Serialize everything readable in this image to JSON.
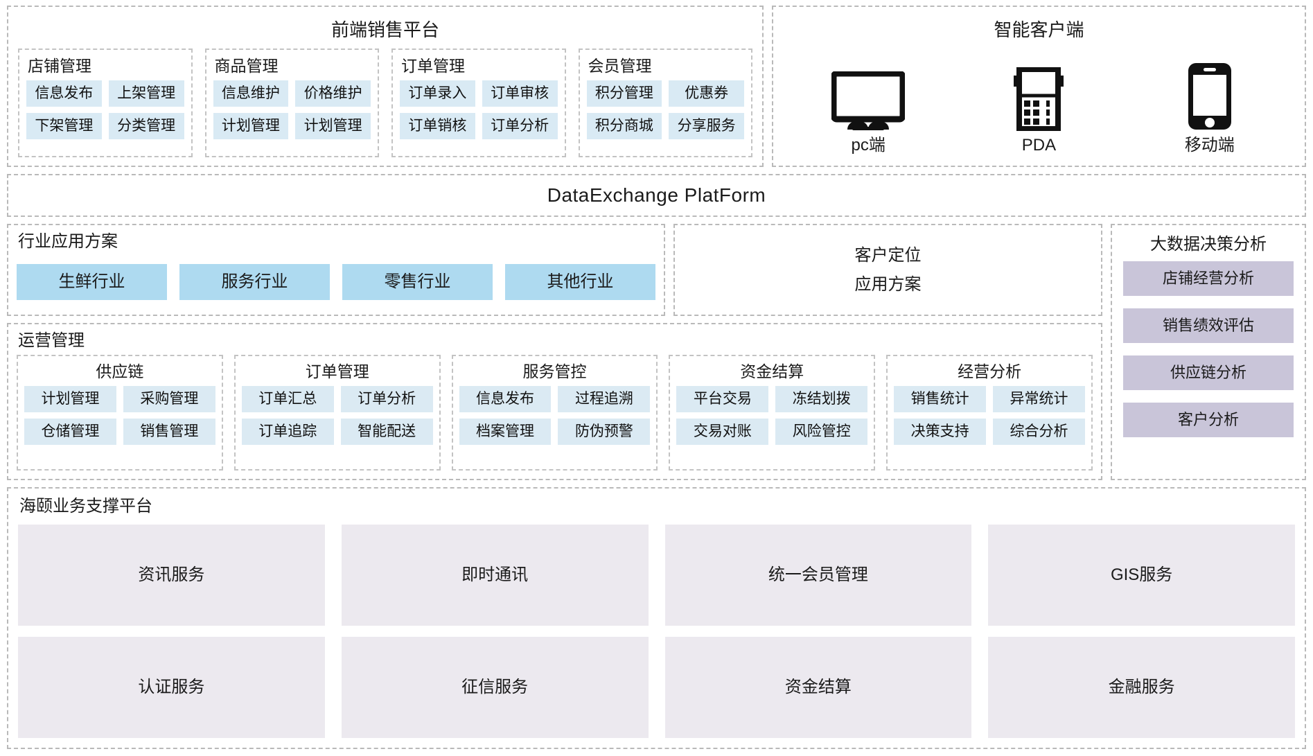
{
  "frontend": {
    "title": "前端销售平台",
    "groups": [
      {
        "label": "店铺管理",
        "tiles": [
          "信息发布",
          "上架管理",
          "下架管理",
          "分类管理"
        ]
      },
      {
        "label": "商品管理",
        "tiles": [
          "信息维护",
          "价格维护",
          "计划管理",
          "计划管理"
        ]
      },
      {
        "label": "订单管理",
        "tiles": [
          "订单录入",
          "订单审核",
          "订单销核",
          "订单分析"
        ]
      },
      {
        "label": "会员管理",
        "tiles": [
          "积分管理",
          "优惠券",
          "积分商城",
          "分享服务"
        ]
      }
    ]
  },
  "clients": {
    "title": "智能客户端",
    "items": [
      {
        "icon": "desktop-monitor-icon",
        "label": "pc端"
      },
      {
        "icon": "pda-device-icon",
        "label": "PDA"
      },
      {
        "icon": "mobile-phone-icon",
        "label": "移动端"
      }
    ]
  },
  "exchange": {
    "title": "DataExchange  PlatForm"
  },
  "industry": {
    "title": "行业应用方案",
    "tiles": [
      "生鲜行业",
      "服务行业",
      "零售行业",
      "其他行业"
    ]
  },
  "customer_positioning": {
    "line1": "客户定位",
    "line2": "应用方案"
  },
  "operations": {
    "title": "运营管理",
    "groups": [
      {
        "label": "供应链",
        "tiles": [
          "计划管理",
          "采购管理",
          "仓储管理",
          "销售管理"
        ]
      },
      {
        "label": "订单管理",
        "tiles": [
          "订单汇总",
          "订单分析",
          "订单追踪",
          "智能配送"
        ]
      },
      {
        "label": "服务管控",
        "tiles": [
          "信息发布",
          "过程追溯",
          "档案管理",
          "防伪预警"
        ]
      },
      {
        "label": "资金结算",
        "tiles": [
          "平台交易",
          "冻结划拨",
          "交易对账",
          "风险管控"
        ]
      },
      {
        "label": "经营分析",
        "tiles": [
          "销售统计",
          "异常统计",
          "决策支持",
          "综合分析"
        ]
      }
    ]
  },
  "bigdata": {
    "title": "大数据决策分析",
    "tiles": [
      "店铺经营分析",
      "销售绩效评估",
      "供应链分析",
      "客户分析"
    ]
  },
  "support": {
    "title": "海颐业务支撑平台",
    "tiles": [
      "资讯服务",
      "即时通讯",
      "统一会员管理",
      "GIS服务",
      "认证服务",
      "征信服务",
      "资金结算",
      "金融服务"
    ]
  },
  "colors": {
    "tile_blue": "#d9eaf4",
    "tile_industry": "#aedaf0",
    "tile_purple": "#c9c5d9",
    "tile_lavender": "#ece9ef",
    "dashed_border": "#b9b9b9"
  }
}
